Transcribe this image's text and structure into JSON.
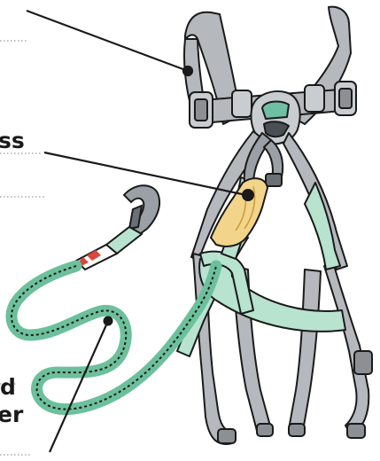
{
  "labels": {
    "label_1": "ss",
    "label_2": "d",
    "label_3": "er"
  },
  "colors": {
    "outline": "#1a1a1a",
    "strap_gray": "#b5b8bc",
    "strap_gray_dark": "#8c9095",
    "strap_green": "#b7e3cf",
    "strap_green_dark": "#6cc09c",
    "metal": "#9aa0a6",
    "shock_pack": "#f2d58a",
    "tag_red": "#d8473c",
    "dotted_leader": "#9a9a9a"
  },
  "icons": {
    "harness": "full-body-harness-icon",
    "lanyard": "shock-absorbing-lanyard-icon",
    "snap_hook": "snap-hook-icon",
    "carabiner": "carabiner-icon",
    "d_ring": "d-ring-icon"
  }
}
